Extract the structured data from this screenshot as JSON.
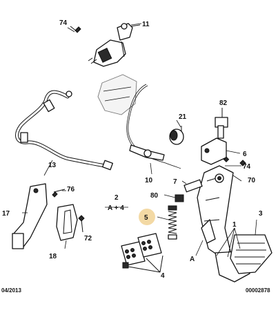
{
  "callouts": {
    "c74a": "74",
    "c11": "11",
    "c21": "21",
    "c82": "82",
    "c6": "6",
    "c74b": "74",
    "c70": "70",
    "c13": "13",
    "c76": "76",
    "c2": "2",
    "c2sub": "A + 4",
    "c10": "10",
    "c7": "7",
    "c80": "80",
    "c17": "17",
    "c5": "5",
    "c72": "72",
    "c3": "3",
    "c1": "1",
    "cA": "A",
    "c18": "18",
    "c4": "4"
  },
  "footer": {
    "date": "04/2013",
    "ref": "00002878"
  },
  "colors": {
    "highlight": "#f3d9a4",
    "ink": "#111111"
  }
}
